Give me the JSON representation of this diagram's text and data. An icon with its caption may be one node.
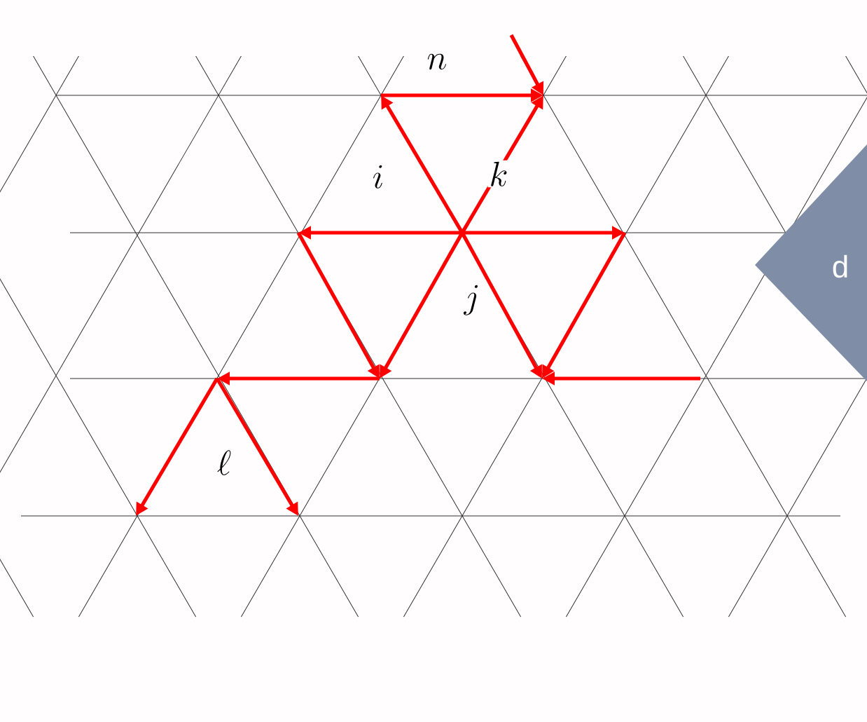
{
  "diagram": {
    "nodes": [
      {
        "text": [
          "d"
        ]
      }
    ],
    "labels": [
      "n",
      "i",
      "k",
      "j",
      "\\ell"
    ]
  }
}
